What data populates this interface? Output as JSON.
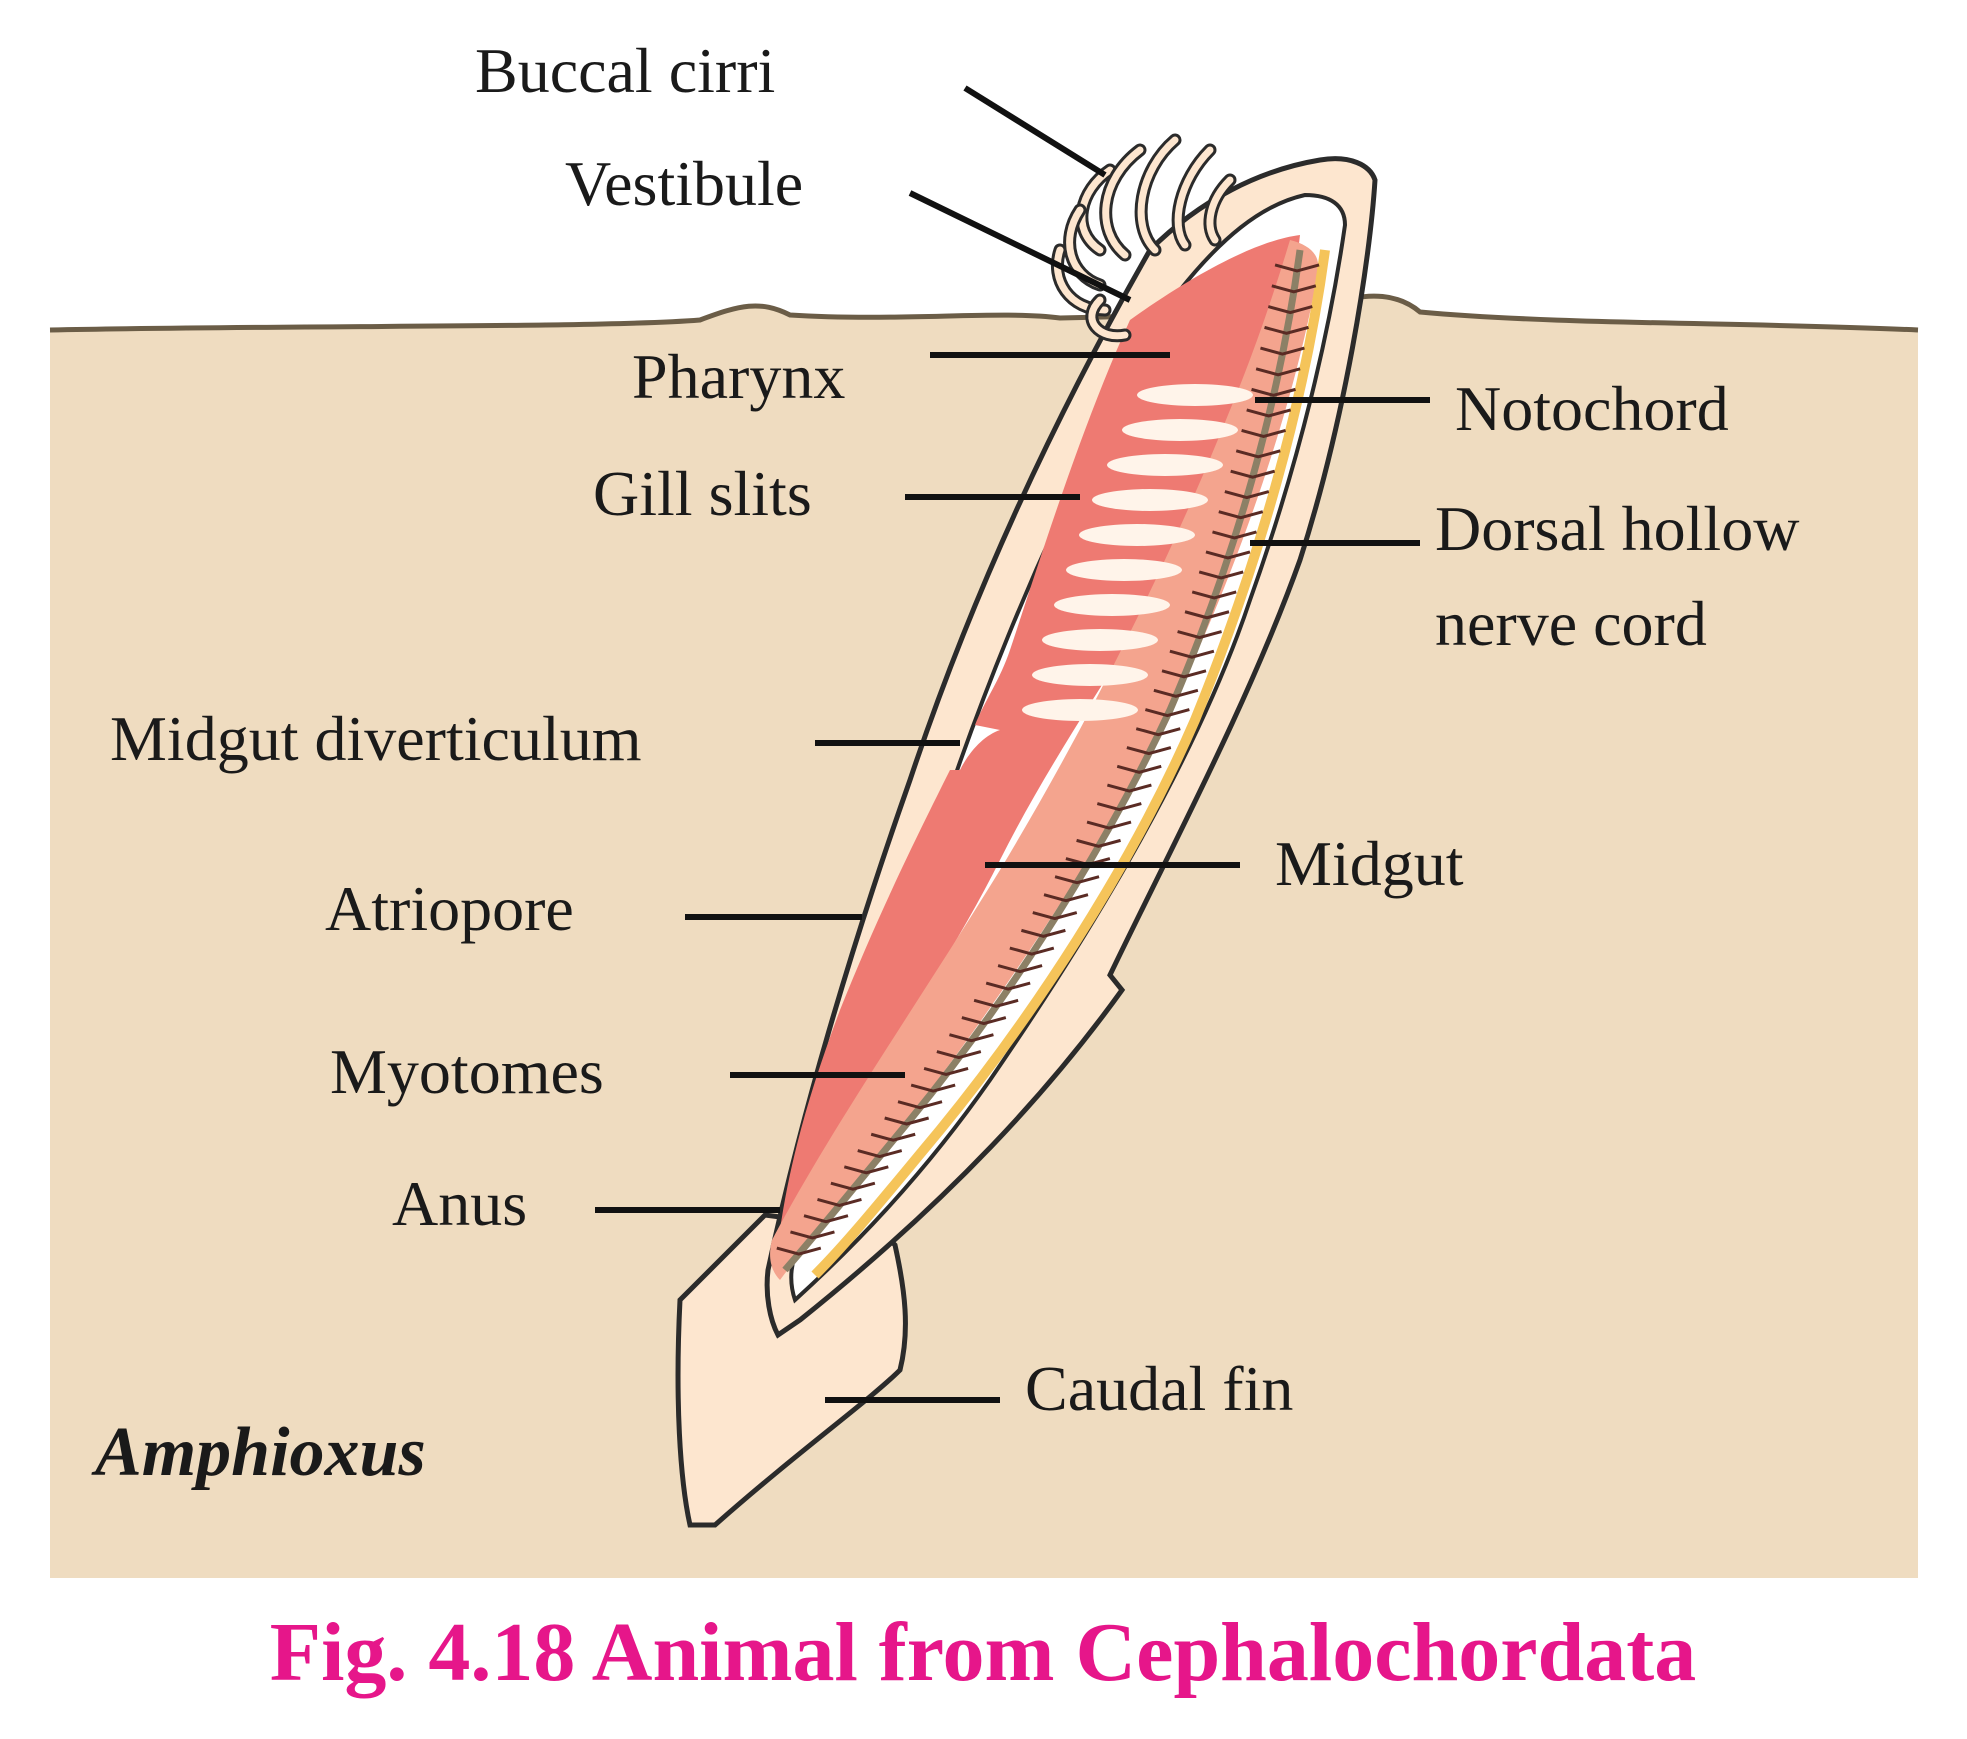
{
  "labels": {
    "buccal_cirri": "Buccal cirri",
    "vestibule": "Vestibule",
    "pharynx": "Pharynx",
    "gill_slits": "Gill slits",
    "midgut_diverticulum": "Midgut diverticulum",
    "atriopore": "Atriopore",
    "myotomes": "Myotomes",
    "anus": "Anus",
    "caudal_fin": "Caudal fin",
    "notochord": "Notochord",
    "dorsal_nerve_cord_line1": "Dorsal hollow",
    "dorsal_nerve_cord_line2": "nerve cord",
    "midgut": "Midgut"
  },
  "organism_name": "Amphioxus",
  "caption": "Fig. 4.18 Animal from Cephalochordata",
  "colors": {
    "sand": "#efdcc0",
    "sand_line": "#6b5d47",
    "body_fill": "#fde6cf",
    "outline": "#2b2b2b",
    "pharynx": "#ee7a72",
    "myotome": "#f4a48e",
    "notochord": "#8c8066",
    "nerve_cord": "#f5c45a",
    "gill_slit": "#fff4ea",
    "caption": "#e6168a"
  }
}
